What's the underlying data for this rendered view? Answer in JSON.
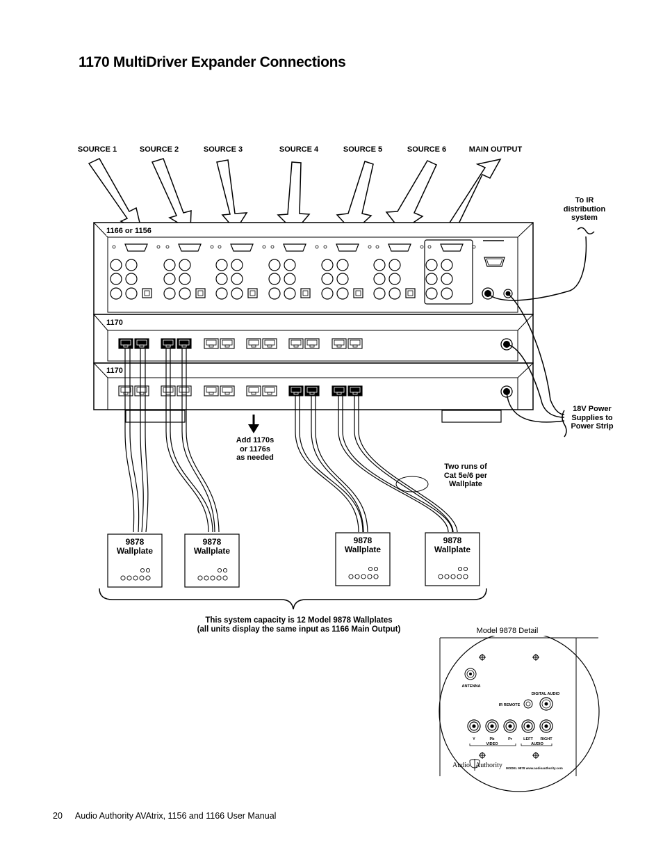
{
  "page": {
    "title": "1170 MultiDriver Expander Connections"
  },
  "sources": [
    "SOURCE 1",
    "SOURCE 2",
    "SOURCE 3",
    "SOURCE 4",
    "SOURCE 5",
    "SOURCE 6"
  ],
  "main_output": "MAIN OUTPUT",
  "units": {
    "top": "1166 or 1156",
    "expander_a": "1170",
    "expander_b": "1170"
  },
  "annotations": {
    "ir_line1": "To IR",
    "ir_line2": "distribution",
    "ir_line3": "system",
    "power_line1": "18V Power",
    "power_line2": "Supplies to",
    "power_line3": "Power Strip",
    "add_line1": "Add 1170s",
    "add_line2": "or 1176s",
    "add_line3": "as needed",
    "runs_line1": "Two runs of",
    "runs_line2": "Cat 5e/6 per",
    "runs_line3": "Wallplate",
    "capacity_line1": "This system capacity is 12 Model 9878 Wallplates",
    "capacity_line2": "(all units display the same input as 1166 Main Output)"
  },
  "wallplates": [
    {
      "model": "9878",
      "name": "Wallplate"
    },
    {
      "model": "9878",
      "name": "Wallplate"
    },
    {
      "model": "9878",
      "name": "Wallplate"
    },
    {
      "model": "9878",
      "name": "Wallplate"
    }
  ],
  "detail": {
    "heading": "Model 9878 Detail",
    "antenna": "ANTENNA",
    "digital_audio": "DIGITAL AUDIO",
    "ir_remote": "IR REMOTE",
    "jacks": [
      "Y",
      "Pb",
      "Pr",
      "LEFT",
      "RIGHT"
    ],
    "video": "VIDEO",
    "audio": "AUDIO",
    "brand_left": "Audio",
    "brand_right": "Authority",
    "model_text": "MODEL 9878",
    "url": "www.audioauthority.com"
  },
  "footer": {
    "page_number": "20",
    "manual": "Audio Authority AVAtrix, 1156 and 1166 User Manual"
  }
}
